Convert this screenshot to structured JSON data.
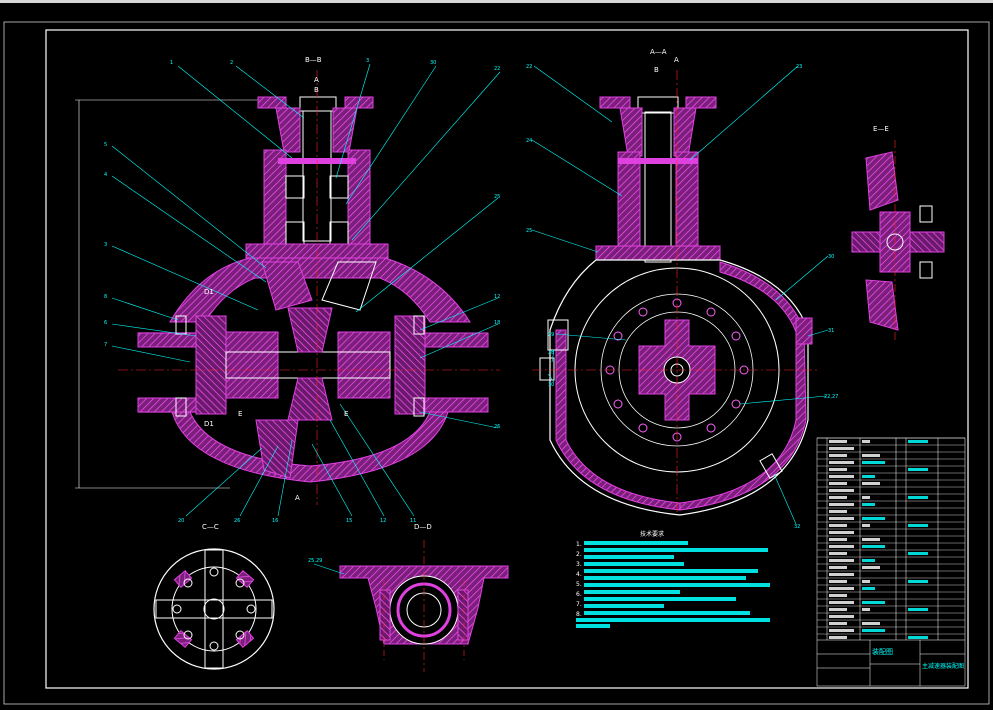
{
  "sections": {
    "bb": "B—B",
    "aa": "A—A",
    "ee": "E—E",
    "cc": "C—C",
    "dd": "D—D"
  },
  "markers": {
    "a_top": "A",
    "b_top": "B",
    "a_right": "A",
    "b_right": "B",
    "d1_upper": "D1",
    "d1_lower": "D1",
    "a_bottom": "A",
    "e_left": "E",
    "e_right": "E"
  },
  "tech_title": "技术要求",
  "title_block": {
    "drawing_name": "装配图",
    "company_name": "主减速器装配图"
  },
  "colors": {
    "outline": "#ffffff",
    "part": "#e040e0",
    "hatch": "#ff40ff",
    "leader": "#00ffff",
    "center": "#ff2020",
    "table": "#ffffff",
    "text_hl": "#00ffff"
  }
}
